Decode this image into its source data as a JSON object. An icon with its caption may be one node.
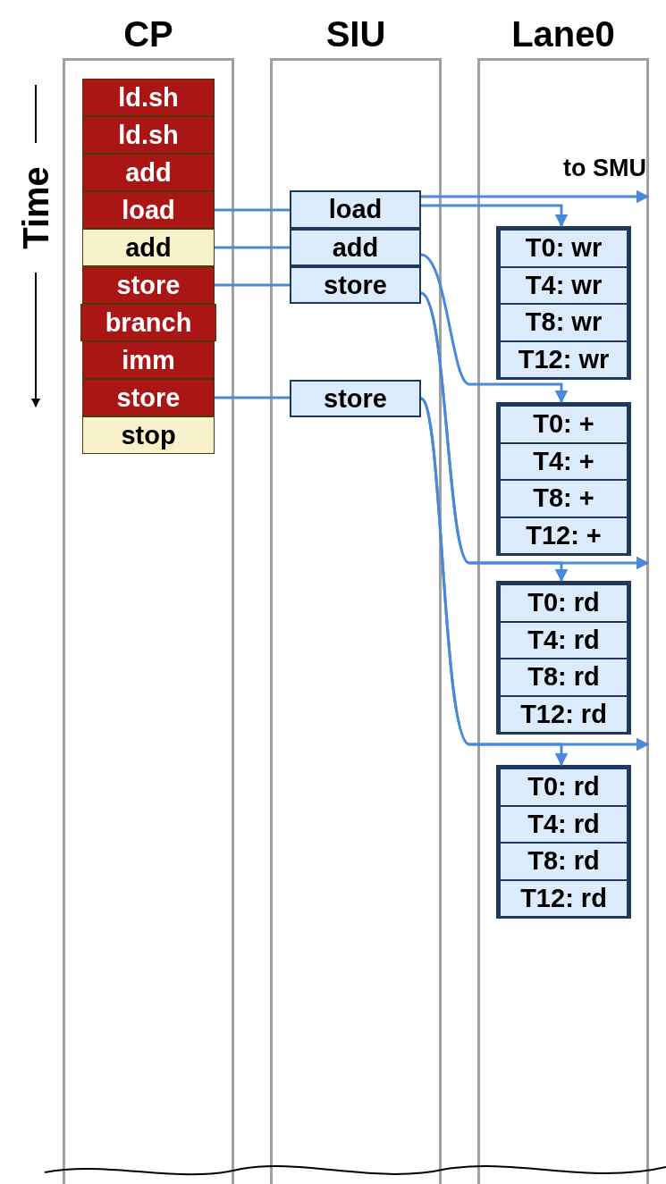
{
  "diagram": {
    "nodes": [
      {
        "text": [
          "CP"
        ]
      },
      {
        "text": [
          "SIU"
        ]
      },
      {
        "text": [
          "Lane0"
        ]
      },
      {
        "text": [
          "ld.sh"
        ],
        "in": 0
      },
      {
        "text": [
          "ld.sh"
        ],
        "in": 0
      },
      {
        "text": [
          "add"
        ],
        "in": 0
      },
      {
        "text": [
          "load"
        ],
        "in": 0
      },
      {
        "text": [
          "add"
        ],
        "in": 0
      },
      {
        "text": [
          "store"
        ],
        "in": 0
      },
      {
        "text": [
          "branch"
        ],
        "in": 0
      },
      {
        "text": [
          "imm"
        ],
        "in": 0
      },
      {
        "text": [
          "store"
        ],
        "in": 0
      },
      {
        "text": [
          "stop"
        ],
        "in": 0
      },
      {
        "text": [
          "load"
        ],
        "in": 1
      },
      {
        "text": [
          "add"
        ],
        "in": 1
      },
      {
        "text": [
          "store"
        ],
        "in": 1
      },
      {
        "text": [
          "store"
        ],
        "in": 1
      },
      {
        "text": [],
        "shape": "box",
        "in": 2
      },
      {
        "text": [
          "T0: wr"
        ],
        "in": 17
      },
      {
        "text": [
          "T4: wr"
        ],
        "in": 17
      },
      {
        "text": [
          "T8: wr"
        ],
        "in": 17
      },
      {
        "text": [
          "T12: wr"
        ],
        "in": 17
      },
      {
        "text": [],
        "shape": "box",
        "in": 2
      },
      {
        "text": [
          "T0: +"
        ],
        "in": 22
      },
      {
        "text": [
          "T4: +"
        ],
        "in": 22
      },
      {
        "text": [
          "T8: +"
        ],
        "in": 22
      },
      {
        "text": [
          "T12: +"
        ],
        "in": 22
      },
      {
        "text": [],
        "shape": "box",
        "in": 2
      },
      {
        "text": [
          "T0: rd"
        ],
        "in": 27
      },
      {
        "text": [
          "T4: rd"
        ],
        "in": 27
      },
      {
        "text": [
          "T8: rd"
        ],
        "in": 27
      },
      {
        "text": [
          "T12: rd"
        ],
        "in": 27
      },
      {
        "text": [],
        "shape": "box",
        "in": 2
      },
      {
        "text": [
          "T0: rd"
        ],
        "in": 32
      },
      {
        "text": [
          "T4: rd"
        ],
        "in": 32
      },
      {
        "text": [
          "T8: rd"
        ],
        "in": 32
      },
      {
        "text": [
          "T12: rd"
        ],
        "in": 32
      }
    ],
    "edges": [
      {
        "from": 6,
        "to": 13,
        "arrow": "none"
      },
      {
        "from": 7,
        "to": 14,
        "arrow": "none"
      },
      {
        "from": 8,
        "to": 15,
        "arrow": "none"
      },
      {
        "from": 11,
        "to": 16,
        "arrow": "none"
      },
      {
        "from": 13,
        "to": 2,
        "arrow": "to",
        "label": "to SMU"
      },
      {
        "from": 13,
        "to": 17,
        "arrow": "to"
      },
      {
        "from": 14,
        "to": 22,
        "arrow": "to"
      },
      {
        "from": 15,
        "to": 2,
        "arrow": "to"
      },
      {
        "from": 15,
        "to": 27,
        "arrow": "to"
      },
      {
        "from": 16,
        "to": 2,
        "arrow": "to"
      },
      {
        "from": 16,
        "to": 32,
        "arrow": "to"
      }
    ],
    "labels": [
      "Time"
    ]
  }
}
